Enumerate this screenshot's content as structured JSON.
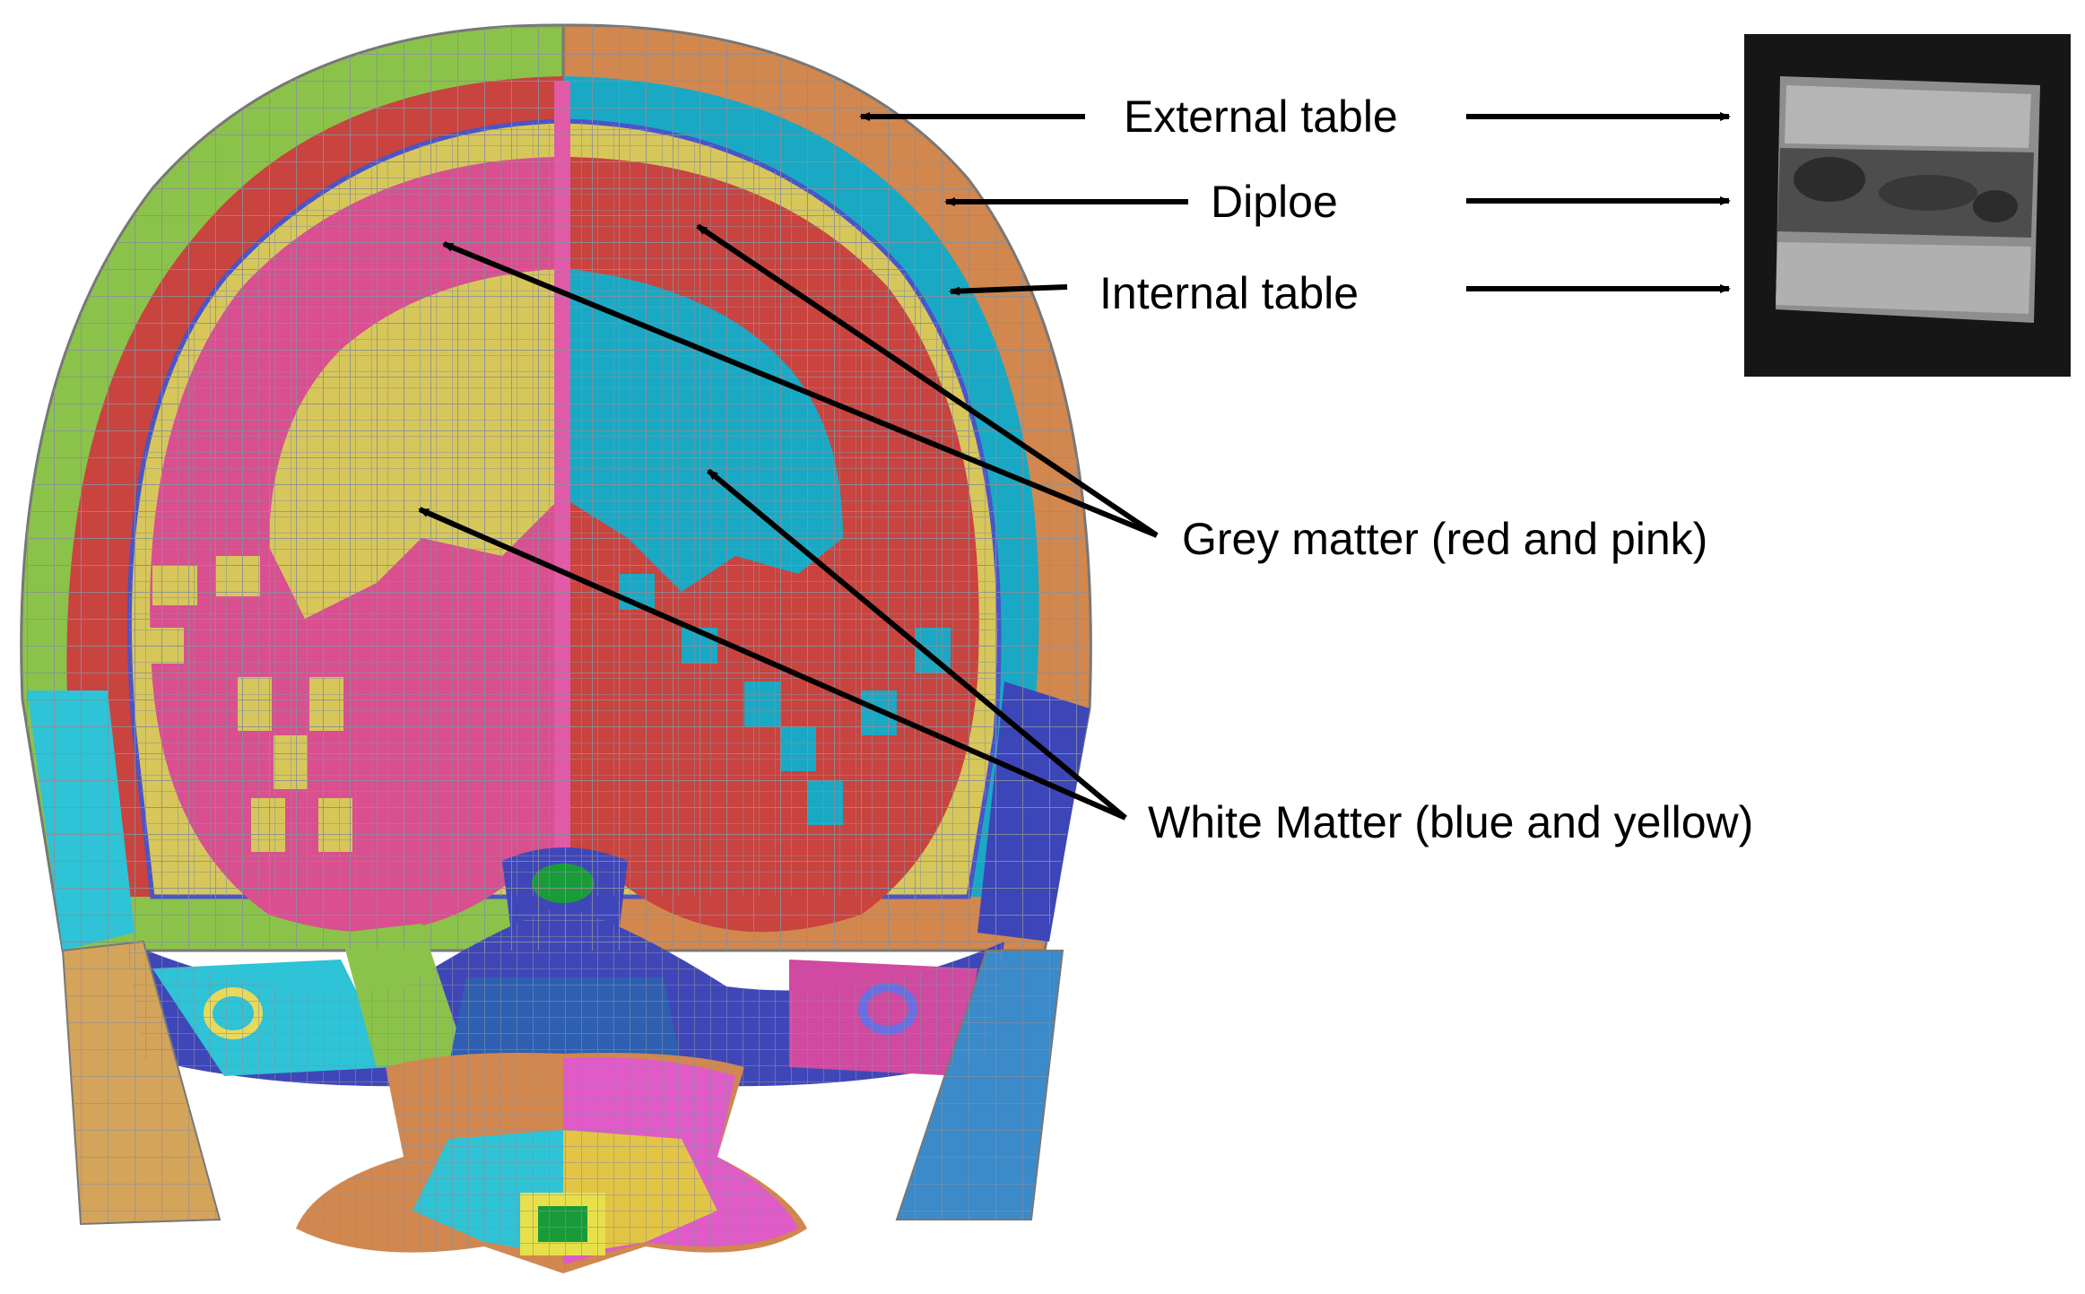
{
  "labels": {
    "external_table": "External table",
    "diploe": "Diploe",
    "internal_table": "Internal table",
    "grey_matter": "Grey matter  (red and pink)",
    "white_matter": "White Matter (blue and yellow)"
  },
  "colors": {
    "external_table_left": "#8bc34a",
    "external_table_right": "#d2874e",
    "diploe_left": "#c9433f",
    "diploe_right": "#19a9c4",
    "internal_table": "#d7c75b",
    "grey_matter_left": "#d94f8f",
    "grey_matter_right": "#c9433f",
    "white_matter_left": "#d7c75b",
    "white_matter_right": "#19a9c4",
    "mesh_line": "#8a8f9a",
    "arrow": "#000000"
  },
  "icons": {
    "head_model": "finite-element-head-mesh",
    "specimen": "ct-scan-bone-specimen"
  }
}
